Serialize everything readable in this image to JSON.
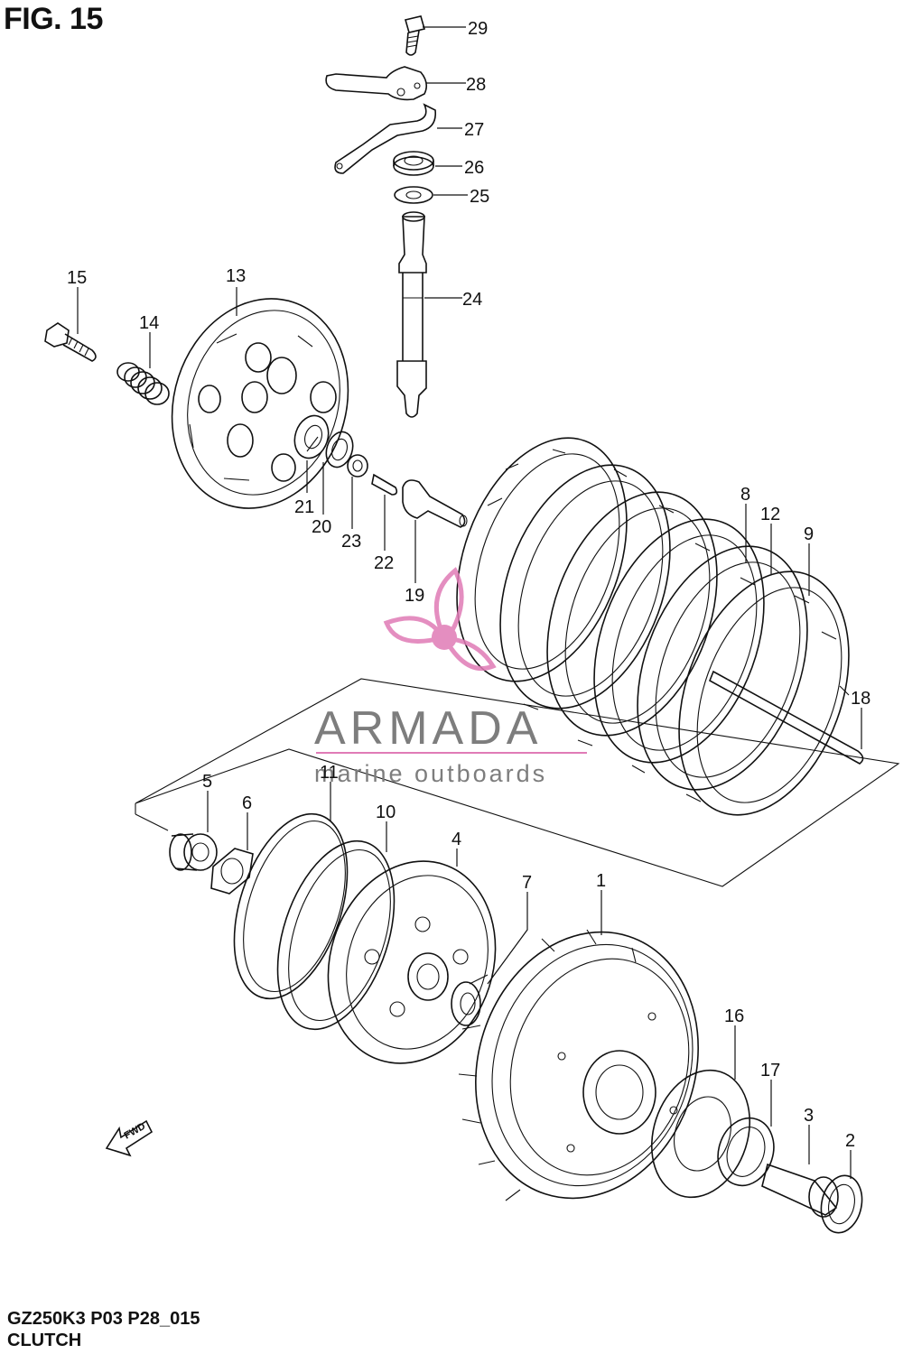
{
  "figure": {
    "title": "FIG. 15",
    "code": "GZ250K3 P03 P28_015",
    "name": "CLUTCH"
  },
  "watermark": {
    "brand": "ARMADA",
    "tagline": "marine outboards",
    "accent_color": "#e07bb6",
    "text_color": "#7d7d7d"
  },
  "fwd_arrow": {
    "label": "FWD"
  },
  "callouts": [
    {
      "id": "c1",
      "text": "1"
    },
    {
      "id": "c2",
      "text": "2"
    },
    {
      "id": "c3",
      "text": "3"
    },
    {
      "id": "c4",
      "text": "4"
    },
    {
      "id": "c5",
      "text": "5"
    },
    {
      "id": "c6",
      "text": "6"
    },
    {
      "id": "c7",
      "text": "7"
    },
    {
      "id": "c8",
      "text": "8"
    },
    {
      "id": "c9",
      "text": "9"
    },
    {
      "id": "c10",
      "text": "10"
    },
    {
      "id": "c11",
      "text": "11"
    },
    {
      "id": "c12",
      "text": "12"
    },
    {
      "id": "c13",
      "text": "13"
    },
    {
      "id": "c14",
      "text": "14"
    },
    {
      "id": "c15",
      "text": "15"
    },
    {
      "id": "c16",
      "text": "16"
    },
    {
      "id": "c17",
      "text": "17"
    },
    {
      "id": "c18",
      "text": "18"
    },
    {
      "id": "c19",
      "text": "19"
    },
    {
      "id": "c20",
      "text": "20"
    },
    {
      "id": "c21",
      "text": "21"
    },
    {
      "id": "c22",
      "text": "22"
    },
    {
      "id": "c23",
      "text": "23"
    },
    {
      "id": "c24",
      "text": "24"
    },
    {
      "id": "c25",
      "text": "25"
    },
    {
      "id": "c26",
      "text": "26"
    },
    {
      "id": "c27",
      "text": "27"
    },
    {
      "id": "c28",
      "text": "28"
    },
    {
      "id": "c29",
      "text": "29"
    }
  ]
}
